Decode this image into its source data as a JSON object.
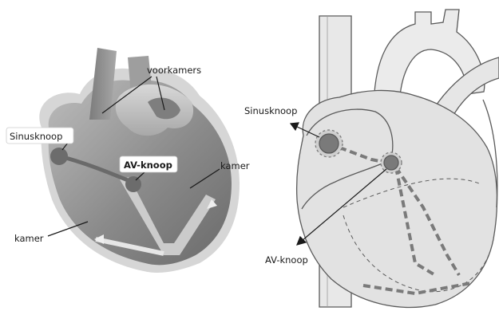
{
  "left_diagram": {
    "labels": {
      "voorkamers": "voorkamers",
      "sinusknoop": "Sinusknoop",
      "av_knoop": "AV-knoop",
      "kamer_right": "kamer",
      "kamer_left": "kamer"
    }
  },
  "right_diagram": {
    "labels": {
      "sinusknoop": "Sinusknoop",
      "av_knoop": "AV-knoop"
    }
  },
  "colors": {
    "heart_dark": "#6e6e6e",
    "heart_mid": "#9a9a9a",
    "heart_light": "#cfcfcf",
    "node": "#707070",
    "outline": "#5a5a5a",
    "right_fill": "#e3e3e3"
  }
}
